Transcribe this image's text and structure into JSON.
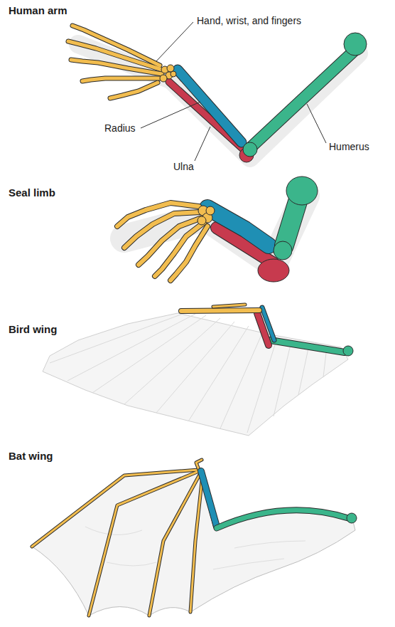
{
  "diagram": {
    "labels": [
      "Human arm",
      "Hand, wrist, and fingers",
      "Radius",
      "Humerus",
      "Ulna",
      "Seal limb",
      "Bird wing",
      "Bat wing"
    ]
  }
}
